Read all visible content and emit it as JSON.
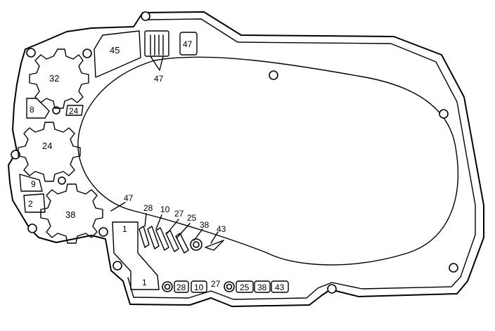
{
  "callouts": {
    "c32": "32",
    "c45": "45",
    "c47_top_box": "47",
    "c47_top_arrow": "47",
    "c8": "8",
    "c24_box": "24",
    "c24_bore": "24",
    "c9": "9",
    "c2": "2",
    "c38_bore": "38",
    "c47_mid": "47",
    "c1_upper": "1",
    "c1_lower": "1",
    "c28_mid": "28",
    "c10_mid": "10",
    "c27_mid": "27",
    "c25_mid": "25",
    "c38_mid": "38",
    "c43_mid": "43",
    "c28_bot": "28",
    "c10_bot": "10",
    "c27_bot": "27",
    "c25_bot": "25",
    "c38_bot": "38",
    "c43_bot": "43"
  }
}
